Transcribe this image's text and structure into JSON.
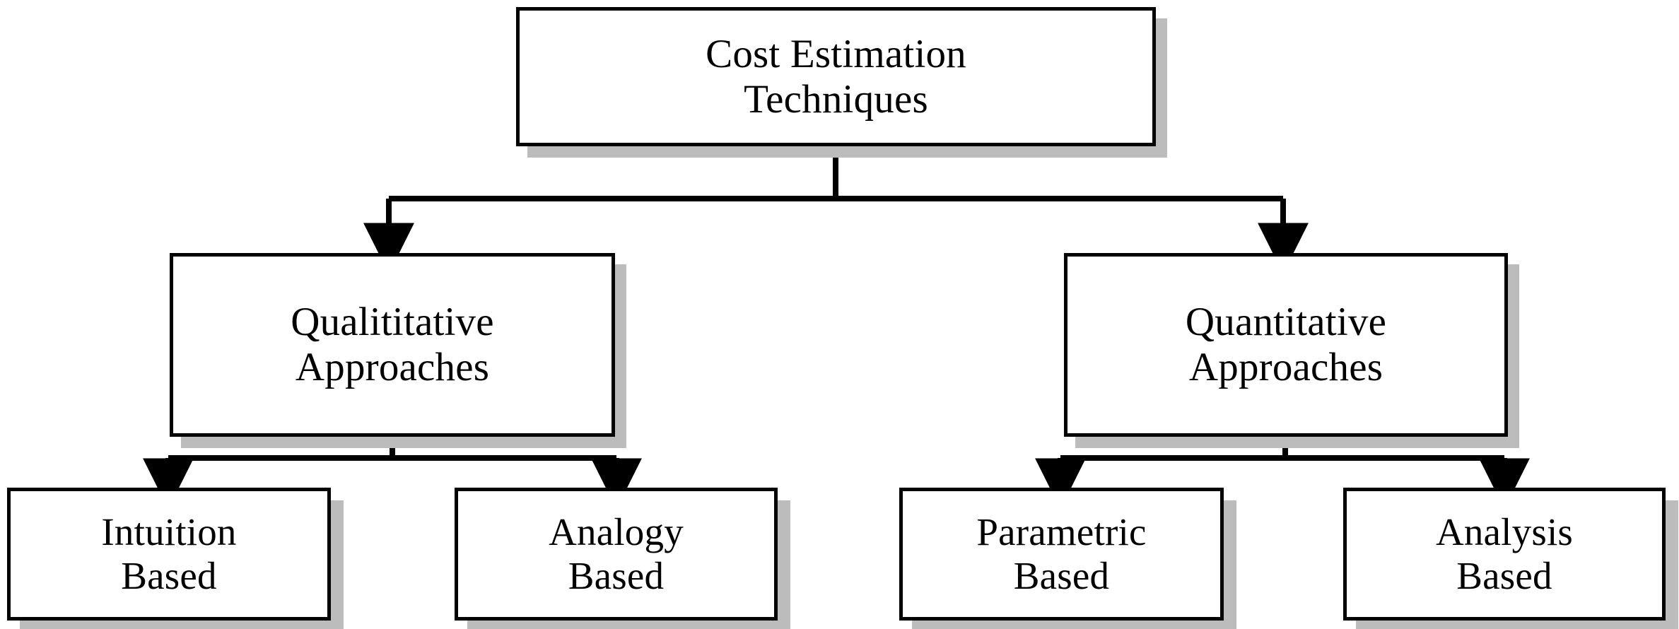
{
  "diagram": {
    "title": "Cost Estimation Techniques",
    "type": "hierarchy-tree",
    "colors": {
      "background": "#ffffff",
      "box_fill": "#ffffff",
      "box_border": "#000000",
      "box_shadow": "#bcbcbc",
      "connector": "#000000",
      "text": "#000000"
    },
    "nodes": {
      "root": {
        "label": "Cost Estimation\nTechniques",
        "line1": "Cost Estimation",
        "line2": "Techniques",
        "level": 1
      },
      "qualitative": {
        "label": "Qualititative\nApproaches",
        "line1": "Qualititative",
        "line2": "Approaches",
        "level": 2
      },
      "quantitative": {
        "label": "Quantitative\nApproaches",
        "line1": "Quantitative",
        "line2": "Approaches",
        "level": 2
      },
      "intuition": {
        "label": "Intuition\nBased",
        "line1": "Intuition",
        "line2": "Based",
        "level": 3
      },
      "analogy": {
        "label": "Analogy\nBased",
        "line1": "Analogy",
        "line2": "Based",
        "level": 3
      },
      "parametric": {
        "label": "Parametric\nBased",
        "line1": "Parametric",
        "line2": "Based",
        "level": 3
      },
      "analysis": {
        "label": "Analysis\nBased",
        "line1": "Analysis",
        "line2": "Based",
        "level": 3
      }
    },
    "edges": [
      {
        "from": "root",
        "to": "qualitative",
        "arrow": "down"
      },
      {
        "from": "root",
        "to": "quantitative",
        "arrow": "down"
      },
      {
        "from": "qualitative",
        "to": "intuition",
        "arrow": "down"
      },
      {
        "from": "qualitative",
        "to": "analogy",
        "arrow": "down"
      },
      {
        "from": "quantitative",
        "to": "parametric",
        "arrow": "down"
      },
      {
        "from": "quantitative",
        "to": "analysis",
        "arrow": "down"
      }
    ]
  }
}
